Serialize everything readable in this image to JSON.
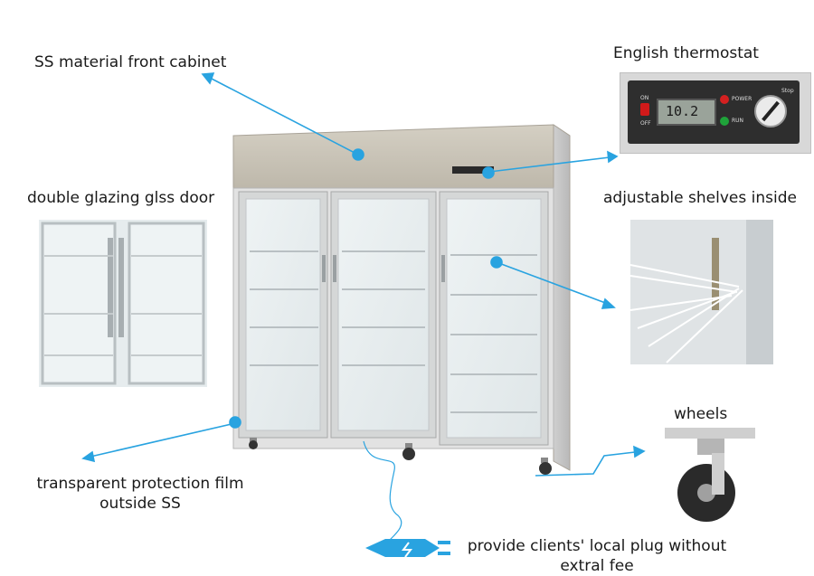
{
  "labels": {
    "ss_cabinet": "SS material front cabinet",
    "thermostat": "English thermostat",
    "glazing_door": "double glazing glss door",
    "shelves": "adjustable shelves inside",
    "film_line1": "transparent protection film",
    "film_line2": "outside SS",
    "wheels": "wheels",
    "plug_line1": "provide clients' local plug without",
    "plug_line2": "extral fee"
  },
  "thermostat_panel": {
    "on": "ON",
    "off": "OFF",
    "display": "10.2",
    "power": "POWER",
    "run": "RUN",
    "stop": "Stop"
  },
  "colors": {
    "accent": "#29a3e0",
    "cabinet_top": "#c9c4b8",
    "frame": "#dcdcdc",
    "glass": "#e8eef0"
  }
}
